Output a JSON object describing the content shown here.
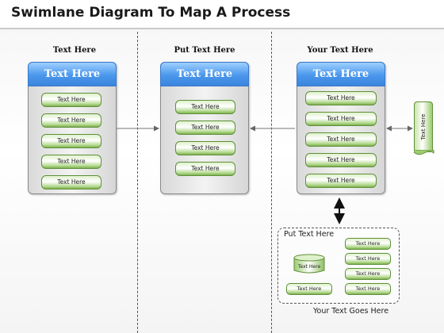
{
  "title": "Swimlane Diagram To Map A Process",
  "lanes": [
    {
      "label": "Text Here",
      "header": "Text Here",
      "items": [
        "Text Here",
        "Text Here",
        "Text Here",
        "Text Here",
        "Text Here"
      ]
    },
    {
      "label": "Put Text Here",
      "header": "Text Here",
      "items": [
        "Text Here",
        "Text Here",
        "Text Here",
        "Text Here"
      ]
    },
    {
      "label": "Your Text Here",
      "header": "Text Here",
      "items": [
        "Text Here",
        "Text Here",
        "Text Here",
        "Text Here",
        "Text Here"
      ]
    }
  ],
  "side_tag": "Text Here",
  "group": {
    "title": "Put Text Here",
    "footer": "Your Text Goes Here",
    "database_label": "Text Here",
    "bottom_left_item": "Text Here",
    "right_items": [
      "Text Here",
      "Text Here",
      "Text Here",
      "Text Here"
    ]
  },
  "colors": {
    "header_blue": "#4b97ec",
    "pill_green": "#7fb34f",
    "panel_grey": "#d9d9d9"
  }
}
